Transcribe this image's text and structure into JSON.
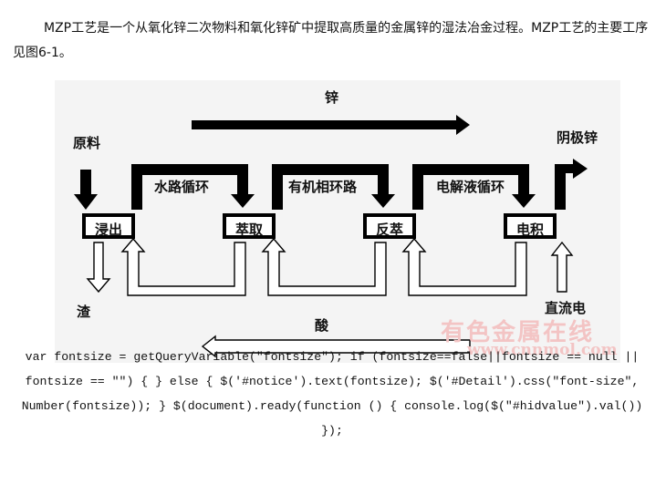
{
  "intro_text": "MZP工艺是一个从氧化锌二次物料和氧化锌矿中提取高质量的金属锌的湿法冶金过程。MZP工艺的主要工序见图6-1。",
  "diagram": {
    "top_label": "锌",
    "input_label": "原料",
    "output_label": "阴极锌",
    "residue_label": "渣",
    "power_label": "直流电",
    "acid_label": "酸",
    "loop_labels": [
      "水路循环",
      "有机相环路",
      "电解液循环"
    ],
    "stages": [
      "浸出",
      "萃取",
      "反萃",
      "电积"
    ]
  },
  "watermark": {
    "name": "有色金属在线",
    "url": "www.cnnmol.com"
  },
  "code_text": "var fontsize = getQueryVariable(\"fontsize\"); if (fontsize==false||fontsize == null || fontsize == \"\") { } else { $('#notice').text(fontsize); $('#Detail').css(\"font-size\", Number(fontsize)); } $(document).ready(function () { console.log($(\"#hidvalue\").val()) });",
  "colors": {
    "watermark": "#f3c4c4",
    "diagram_bg": "#f4f4f4"
  }
}
